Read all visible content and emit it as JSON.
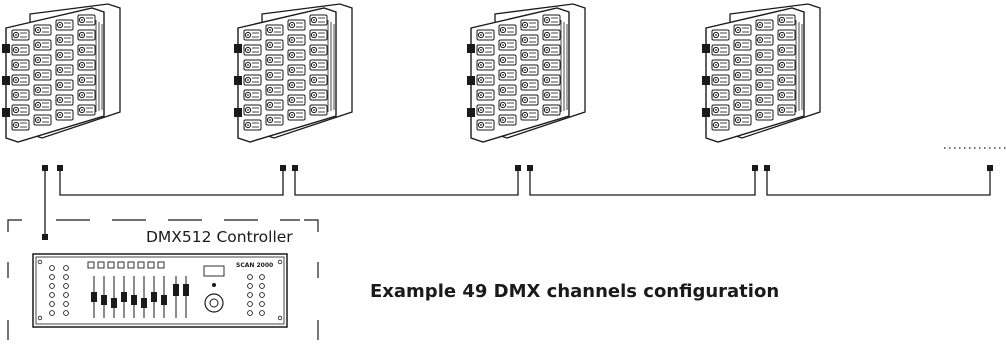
{
  "diagram": {
    "controller_label": "DMX512 Controller",
    "caption": "Example 49 DMX channels configuration",
    "controller_brand": "SCAN 2000",
    "fixture_count_shown": 4,
    "continuation": "dotted",
    "colors": {
      "stroke": "#1a1a1a",
      "background": "#ffffff"
    }
  }
}
